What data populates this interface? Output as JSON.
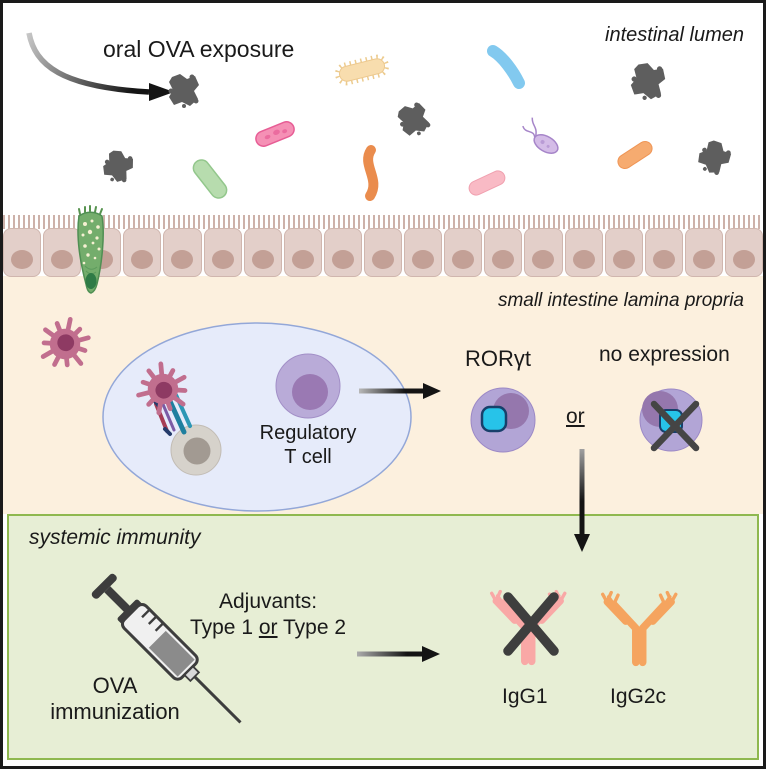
{
  "figure_type": "graphical abstract",
  "regions": {
    "intestinal_lumen": {
      "label": "intestinal lumen",
      "exposure_label": "oral OVA exposure"
    },
    "lamina_propria": {
      "label": "small intestine lamina propria",
      "treg_label": "Regulatory\nT cell",
      "roryt_label": "RORγt",
      "or_label": "or",
      "no_expression_label": "no expression"
    },
    "systemic_immunity": {
      "label": "systemic immunity",
      "adjuvants_title": "Adjuvants:",
      "adjuvant_option1": "Type 1",
      "adjuvant_conjunction": "or",
      "adjuvant_option2": "Type 2",
      "immunization_label": "OVA\nimmunization",
      "igg1_label": "IgG1",
      "igg2c_label": "IgG2c"
    }
  },
  "epithelium": {
    "cell_count": 19
  },
  "icons": {
    "ova-antigen-icon": "dark gray particle blob",
    "bacterium-icons": "colored rod / flagellated microbes",
    "goblet-cell-icon": "green speckled epithelial goblet cell",
    "dendritic-cell-icon": "spiky magenta antigen-presenting cell",
    "naive-t-cell-icon": "gray cell contacted by dendritic cell",
    "regulatory-t-cell-icon": "purple lymphocyte",
    "roryt-marker-icon": "cyan rounded square",
    "cross-out-icon": "dark X mark",
    "syringe-icon": "diagonal syringe",
    "antibody-icon": "Y-shaped immunoglobulin",
    "arrow-icon": "black fading arrow"
  },
  "colors": {
    "lumen_bg": "#ffffff",
    "lamina_bg": "#fcf0de",
    "systemic_bg": "#e7eed5",
    "systemic_border": "#8fb84f",
    "oval_fill": "#e6ebfa",
    "oval_border": "#93a7d8",
    "epithelial_cell": "#e3cfc9",
    "epithelial_nucleus": "#c3a096",
    "t_cell_body": "#b2a5d6",
    "t_cell_nucleus": "#9577ad",
    "roryt_marker": "#27c3e9",
    "dendritic_cell": "#c16e8e",
    "dendritic_nucleus": "#8e3a63",
    "goblet_green": "#74ad6c",
    "igg1_pink": "#f9a8a6",
    "igg2c_orange": "#f5a45f",
    "cross": "#3e3e3e",
    "arrow": "#141414"
  }
}
